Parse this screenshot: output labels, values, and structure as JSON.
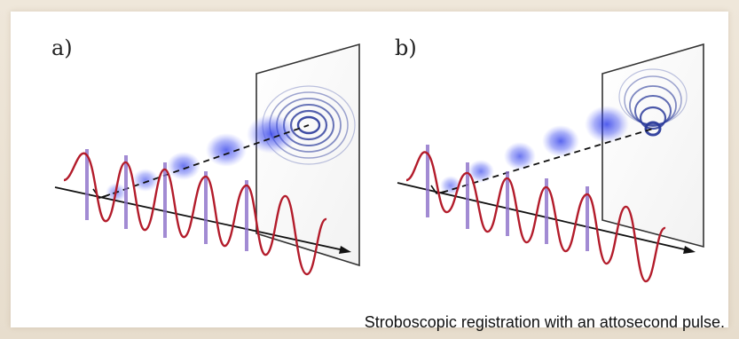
{
  "figure": {
    "panel_a_label": "a)",
    "panel_b_label": "b)",
    "caption": "Stroboscopic registration with an attosecond pulse."
  },
  "colors": {
    "wave": "#b31c2b",
    "pulse": "#8c6fc9",
    "blob": "#1f2fe8",
    "screen_rings": "#2a3a9a",
    "axis": "#111111"
  }
}
